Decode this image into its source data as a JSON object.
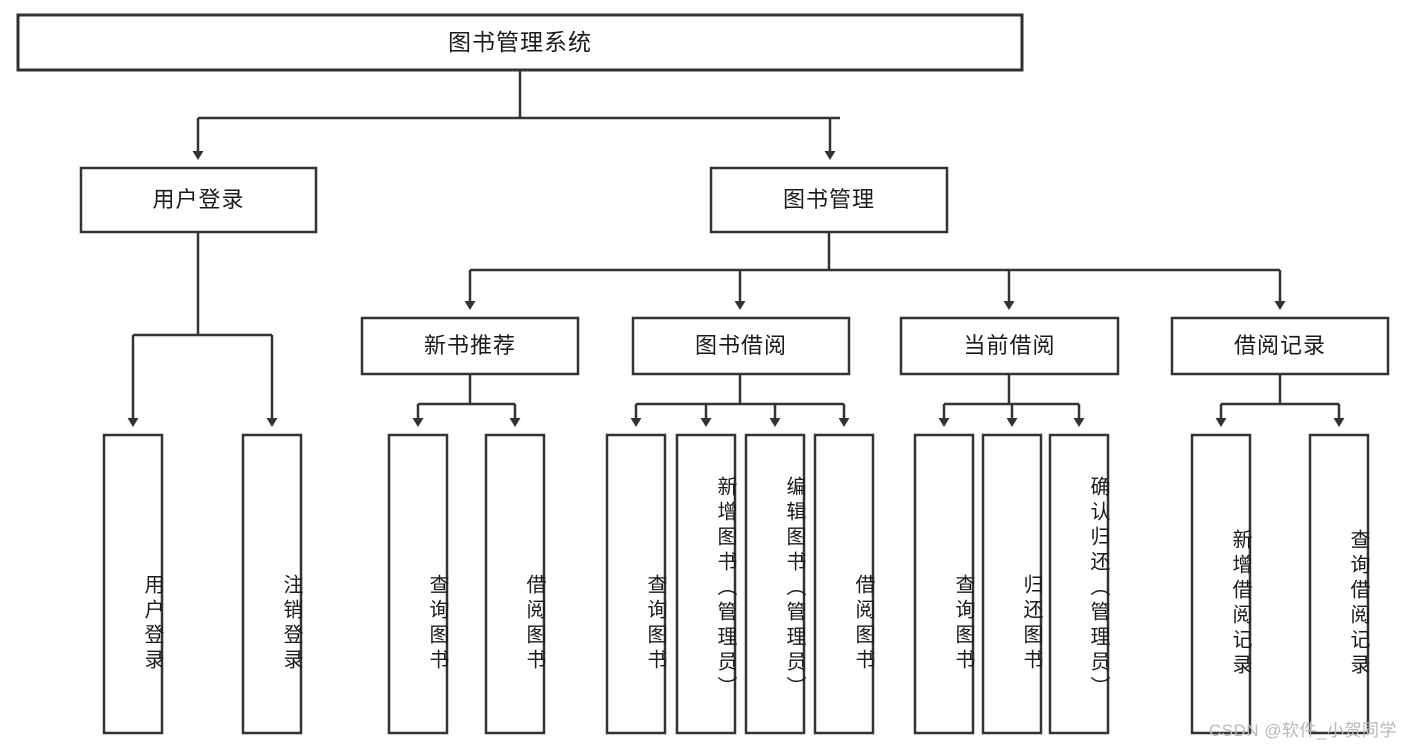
{
  "diagram": {
    "type": "tree-hierarchy-diagram",
    "title": "图书管理系统",
    "colors": {
      "background": "#ffffff",
      "box_fill": "#ffffff",
      "box_stroke": "#333333",
      "text": "#1a1a1a",
      "watermark": "#b9b9b9"
    },
    "levels": [
      {
        "level": 1,
        "nodes": [
          {
            "id": "root",
            "label": "图书管理系统",
            "orientation": "horizontal"
          }
        ]
      },
      {
        "level": 2,
        "nodes": [
          {
            "id": "user-login",
            "label": "用户登录",
            "orientation": "horizontal"
          },
          {
            "id": "book-manage",
            "label": "图书管理",
            "orientation": "horizontal"
          }
        ]
      },
      {
        "level": 3,
        "nodes": [
          {
            "id": "new-book-recommend",
            "label": "新书推荐",
            "orientation": "horizontal"
          },
          {
            "id": "book-borrow",
            "label": "图书借阅",
            "orientation": "horizontal"
          },
          {
            "id": "current-borrow",
            "label": "当前借阅",
            "orientation": "horizontal"
          },
          {
            "id": "borrow-record",
            "label": "借阅记录",
            "orientation": "horizontal"
          }
        ]
      },
      {
        "level": 4,
        "nodes": [
          {
            "id": "leaf-user-login",
            "label": "用户登录",
            "orientation": "vertical",
            "parent": "user-login"
          },
          {
            "id": "leaf-logout-login",
            "label": "注销登录",
            "orientation": "vertical",
            "parent": "user-login"
          },
          {
            "id": "leaf-query-book-1",
            "label": "查询图书",
            "orientation": "vertical",
            "parent": "new-book-recommend"
          },
          {
            "id": "leaf-borrow-book-1",
            "label": "借阅图书",
            "orientation": "vertical",
            "parent": "new-book-recommend"
          },
          {
            "id": "leaf-query-book-2",
            "label": "查询图书",
            "orientation": "vertical",
            "parent": "book-borrow"
          },
          {
            "id": "leaf-add-book",
            "label": "新增图书（管理员）",
            "orientation": "vertical",
            "parent": "book-borrow"
          },
          {
            "id": "leaf-edit-book",
            "label": "编辑图书（管理员）",
            "orientation": "vertical",
            "parent": "book-borrow"
          },
          {
            "id": "leaf-borrow-book-2",
            "label": "借阅图书",
            "orientation": "vertical",
            "parent": "book-borrow"
          },
          {
            "id": "leaf-query-book-3",
            "label": "查询图书",
            "orientation": "vertical",
            "parent": "current-borrow"
          },
          {
            "id": "leaf-return-book",
            "label": "归还图书",
            "orientation": "vertical",
            "parent": "current-borrow"
          },
          {
            "id": "leaf-confirm-return",
            "label": "确认归还（管理员）",
            "orientation": "vertical",
            "parent": "current-borrow"
          },
          {
            "id": "leaf-add-record",
            "label": "新增借阅记录",
            "orientation": "vertical",
            "parent": "borrow-record"
          },
          {
            "id": "leaf-query-record",
            "label": "查询借阅记录",
            "orientation": "vertical",
            "parent": "borrow-record"
          }
        ]
      }
    ]
  },
  "watermark": {
    "text": "CSDN @软件_小贺同学"
  }
}
